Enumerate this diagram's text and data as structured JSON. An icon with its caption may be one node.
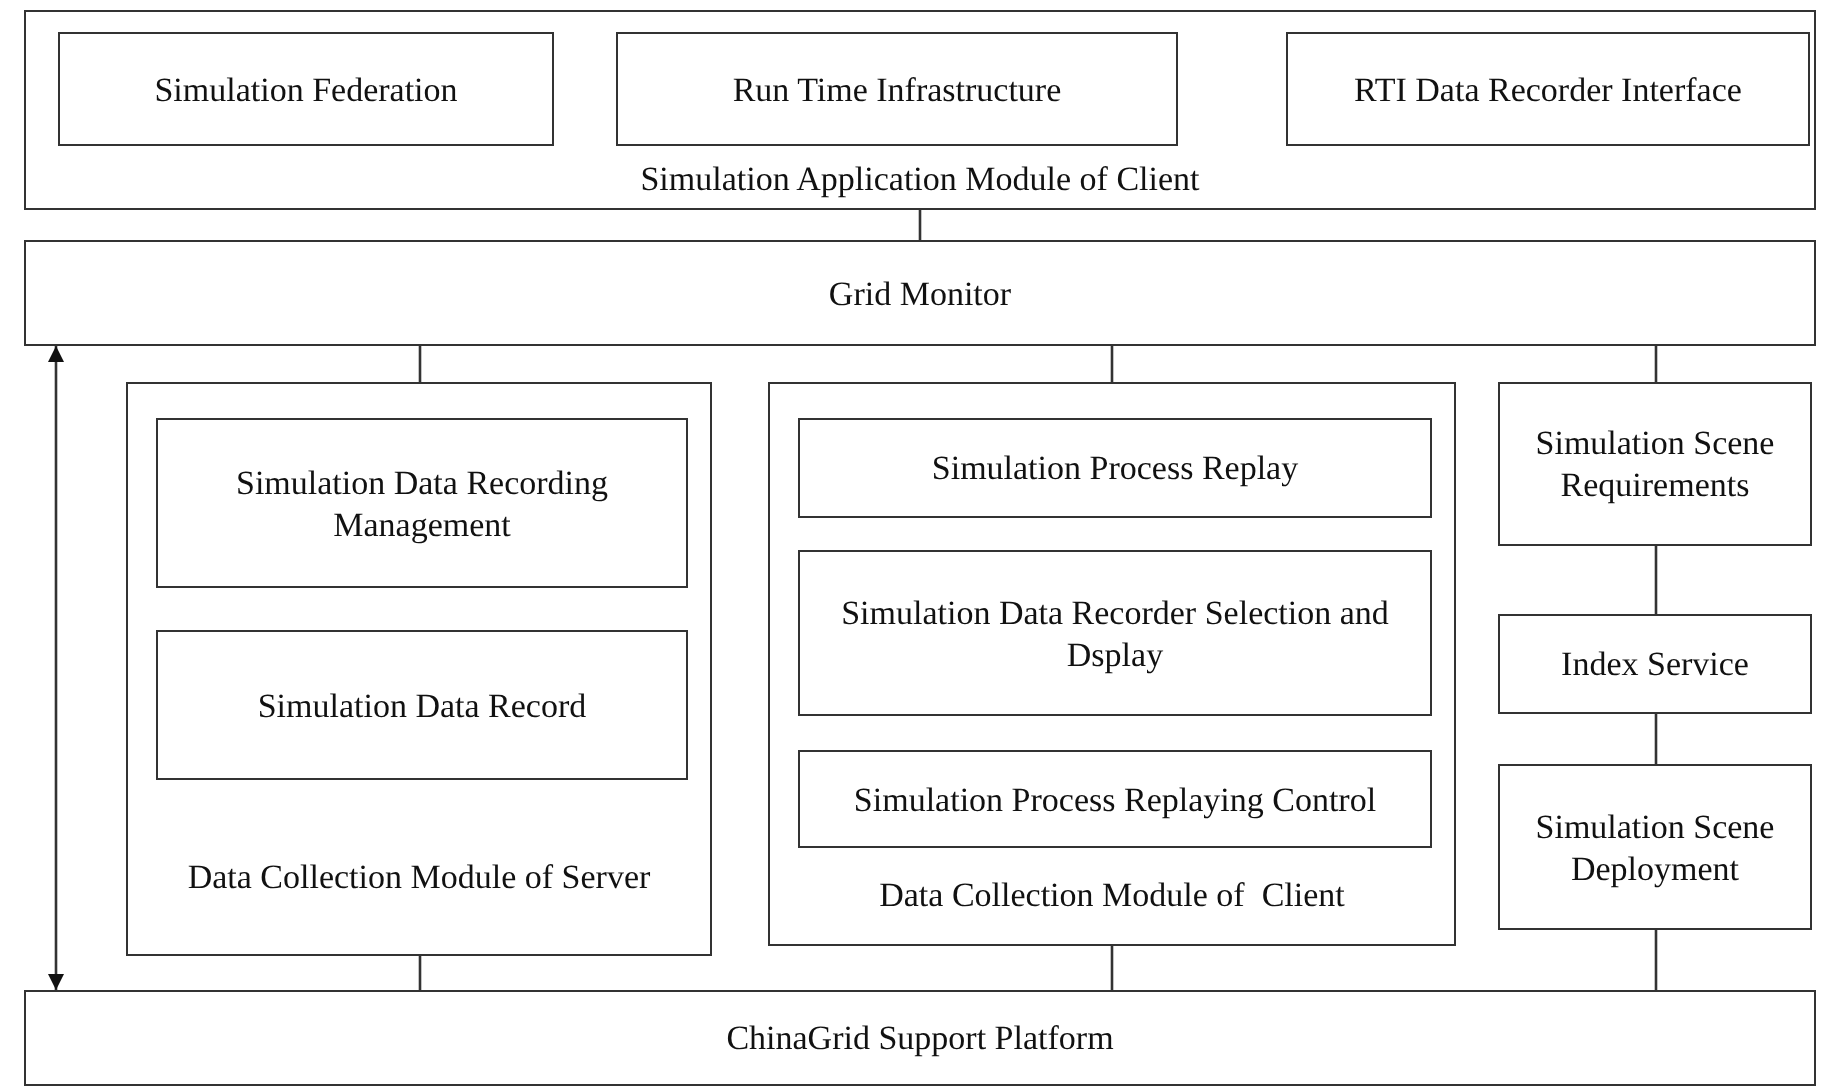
{
  "diagram": {
    "nodes": [
      {
        "text": [
          "Simulation Application Module of Client"
        ]
      },
      {
        "text": [
          "Simulation Federation"
        ],
        "in": 0
      },
      {
        "text": [
          "Run Time Infrastructure"
        ],
        "in": 0
      },
      {
        "text": [
          "RTI Data Recorder Interface"
        ],
        "in": 0
      },
      {
        "text": [
          "Grid Monitor"
        ]
      },
      {
        "text": [
          "Data Collection Module of Server"
        ]
      },
      {
        "text": [
          "Simulation Data Recording Management"
        ],
        "in": 5
      },
      {
        "text": [
          "Simulation Data Record"
        ],
        "in": 5
      },
      {
        "text": [
          "Data Collection Module of  Client"
        ]
      },
      {
        "text": [
          "Simulation Process Replay"
        ],
        "in": 8
      },
      {
        "text": [
          "Simulation Data Recorder Selection and Dsplay"
        ],
        "in": 8
      },
      {
        "text": [
          "Simulation Process Replaying Control"
        ],
        "in": 8
      },
      {
        "text": [
          "Simulation Scene Requirements"
        ]
      },
      {
        "text": [
          "Index Service"
        ]
      },
      {
        "text": [
          "Simulation Scene Deployment"
        ]
      },
      {
        "text": [
          "ChinaGrid Support Platform"
        ]
      }
    ],
    "edges": [
      {
        "from": 0,
        "to": 4,
        "arrow": "none"
      },
      {
        "from": 4,
        "to": 5,
        "arrow": "none"
      },
      {
        "from": 4,
        "to": 8,
        "arrow": "none"
      },
      {
        "from": 4,
        "to": 12,
        "arrow": "none"
      },
      {
        "from": 12,
        "to": 13,
        "arrow": "none"
      },
      {
        "from": 13,
        "to": 14,
        "arrow": "none"
      },
      {
        "from": 5,
        "to": 15,
        "arrow": "none"
      },
      {
        "from": 8,
        "to": 15,
        "arrow": "none"
      },
      {
        "from": 14,
        "to": 15,
        "arrow": "none"
      },
      {
        "from": 4,
        "to": 15,
        "arrow": "both"
      }
    ]
  }
}
